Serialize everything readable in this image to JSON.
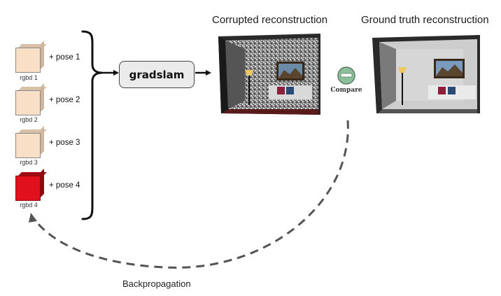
{
  "frames": [
    {
      "rgbd_label": "rgbd 1",
      "pose_label": "+ pose 1",
      "color": "#f8dfc6"
    },
    {
      "rgbd_label": "rgbd 2",
      "pose_label": "+ pose 2",
      "color": "#f8dfc6"
    },
    {
      "rgbd_label": "rgbd 3",
      "pose_label": "+ pose 3",
      "color": "#f8dfc6"
    },
    {
      "rgbd_label": "rgbd 4",
      "pose_label": "+ pose 4",
      "color": "#e0101c"
    }
  ],
  "gradslam_label": "gradslam",
  "corrupted_title": "Corrupted reconstruction",
  "ground_truth_title": "Ground truth reconstruction",
  "compare_label": "Compare",
  "backprop_label": "Backpropagation",
  "colors": {
    "compare_icon": "#8cc09a",
    "arrow": "#111111",
    "dashed_arrow": "#555555"
  }
}
